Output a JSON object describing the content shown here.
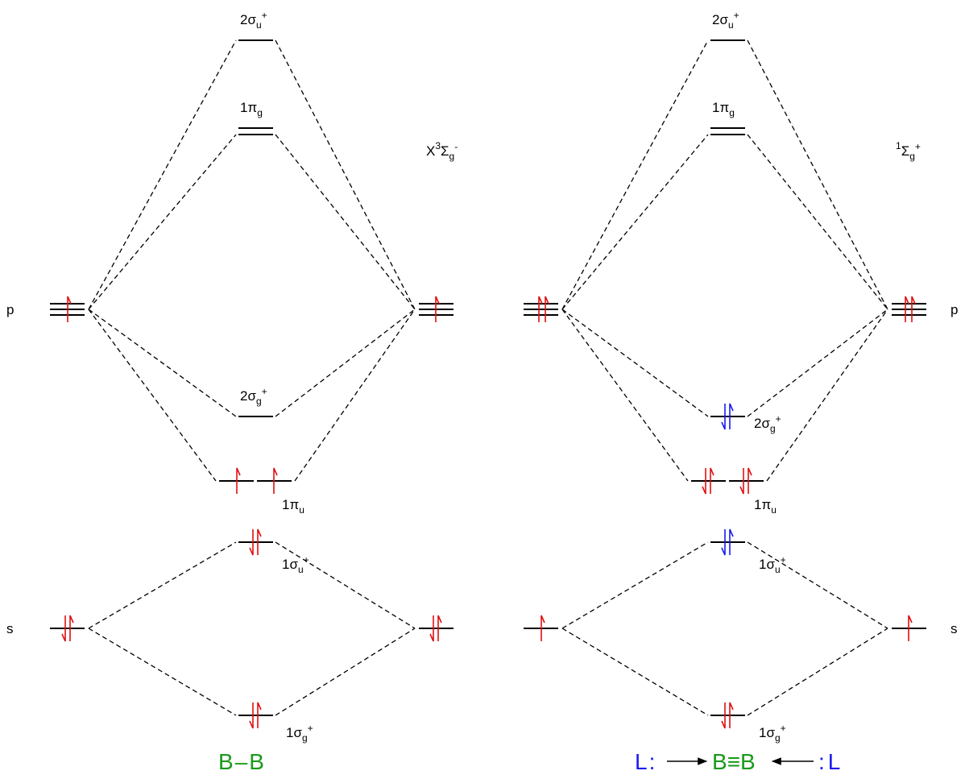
{
  "colors": {
    "spin_red": "#e01010",
    "spin_blue": "#1a1af0",
    "atom_green": "#1a9a1a",
    "ligand_blue": "#1a1af0"
  },
  "left_diagram": {
    "state": {
      "main": "X",
      "mult": "3",
      "sym": "Σ",
      "sub": "g",
      "sup": "-"
    },
    "atom_labels": {
      "p": "p",
      "s": "s"
    },
    "orbitals": {
      "sigma_u_2": {
        "num": "2",
        "greek": "σ",
        "sub": "u",
        "sup": "+"
      },
      "pi_g_1": {
        "num": "1",
        "greek": "π",
        "sub": "g",
        "sup": ""
      },
      "sigma_g_2": {
        "num": "2",
        "greek": "σ",
        "sub": "g",
        "sup": "+"
      },
      "pi_u_1": {
        "num": "1",
        "greek": "π",
        "sub": "u",
        "sup": ""
      },
      "sigma_u_1": {
        "num": "1",
        "greek": "σ",
        "sub": "u",
        "sup": "+"
      },
      "sigma_g_1": {
        "num": "1",
        "greek": "σ",
        "sub": "g",
        "sup": "+"
      }
    },
    "formula": {
      "a": "B",
      "bond": "–",
      "b": "B"
    }
  },
  "right_diagram": {
    "state": {
      "mult": "1",
      "sym": "Σ",
      "sub": "g",
      "sup": "+"
    },
    "atom_labels": {
      "p": "p",
      "s": "s"
    },
    "orbitals": {
      "sigma_u_2": {
        "num": "2",
        "greek": "σ",
        "sub": "u",
        "sup": "+"
      },
      "pi_g_1": {
        "num": "1",
        "greek": "π",
        "sub": "g",
        "sup": ""
      },
      "sigma_g_2": {
        "num": "2",
        "greek": "σ",
        "sub": "g",
        "sup": "+"
      },
      "pi_u_1": {
        "num": "1",
        "greek": "π",
        "sub": "u",
        "sup": ""
      },
      "sigma_u_1": {
        "num": "1",
        "greek": "σ",
        "sub": "u",
        "sup": "+"
      },
      "sigma_g_1": {
        "num": "1",
        "greek": "σ",
        "sub": "g",
        "sup": "+"
      }
    },
    "formula": {
      "ligand_left": "L",
      "colon_left": ":",
      "a": "B",
      "bond": "≡",
      "b": "B",
      "colon_right": ":",
      "ligand_right": "L"
    }
  }
}
